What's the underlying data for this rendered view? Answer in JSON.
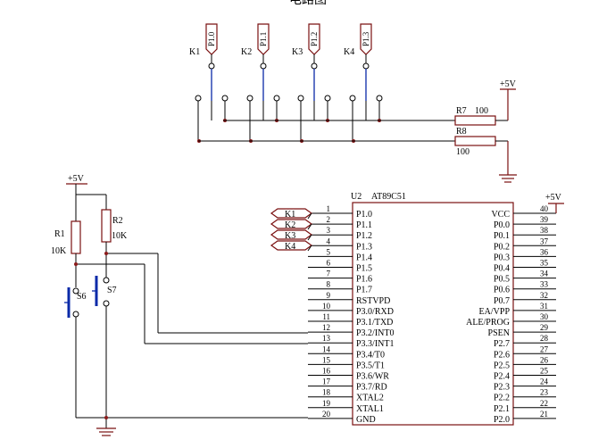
{
  "title_partial": "电路图",
  "supply_label": "+5V",
  "ground_symbol": "ground-icon",
  "keys": {
    "ports": [
      "P1.0",
      "P1.1",
      "P1.2",
      "P1.3"
    ],
    "switches": [
      "K1",
      "K2",
      "K3",
      "K4"
    ]
  },
  "resistors": {
    "r7": {
      "name": "R7",
      "value": "100"
    },
    "r8": {
      "name": "R8",
      "value": "100"
    },
    "r1": {
      "name": "R1",
      "value": "10K"
    },
    "r2": {
      "name": "R2",
      "value": "10K"
    }
  },
  "buttons": {
    "s6": "S6",
    "s7": "S7"
  },
  "chip": {
    "designator": "U2",
    "part": "AT89C51",
    "left_pins": [
      {
        "num": "1",
        "name": "P1.0"
      },
      {
        "num": "2",
        "name": "P1.1"
      },
      {
        "num": "3",
        "name": "P1.2"
      },
      {
        "num": "4",
        "name": "P1.3"
      },
      {
        "num": "5",
        "name": "P1.4"
      },
      {
        "num": "6",
        "name": "P1.5"
      },
      {
        "num": "7",
        "name": "P1.6"
      },
      {
        "num": "8",
        "name": "P1.7"
      },
      {
        "num": "9",
        "name": "RSTVPD"
      },
      {
        "num": "10",
        "name": "P3.0/RXD"
      },
      {
        "num": "11",
        "name": "P3.1/TXD"
      },
      {
        "num": "12",
        "name": "P3.2/INT0"
      },
      {
        "num": "13",
        "name": "P3.3/INT1"
      },
      {
        "num": "14",
        "name": "P3.4/T0"
      },
      {
        "num": "15",
        "name": "P3.5/T1"
      },
      {
        "num": "16",
        "name": "P3.6/WR"
      },
      {
        "num": "17",
        "name": "P3.7/RD"
      },
      {
        "num": "18",
        "name": "XTAL2"
      },
      {
        "num": "19",
        "name": "XTAL1"
      },
      {
        "num": "20",
        "name": "GND"
      }
    ],
    "right_pins": [
      {
        "num": "40",
        "name": "VCC"
      },
      {
        "num": "39",
        "name": "P0.0"
      },
      {
        "num": "38",
        "name": "P0.1"
      },
      {
        "num": "37",
        "name": "P0.2"
      },
      {
        "num": "36",
        "name": "P0.3"
      },
      {
        "num": "35",
        "name": "P0.4"
      },
      {
        "num": "34",
        "name": "P0.5"
      },
      {
        "num": "33",
        "name": "P0.6"
      },
      {
        "num": "32",
        "name": "P0.7"
      },
      {
        "num": "31",
        "name": "EA/VPP"
      },
      {
        "num": "30",
        "name": "ALE/PROG"
      },
      {
        "num": "29",
        "name": "PSEN"
      },
      {
        "num": "28",
        "name": "P2.7"
      },
      {
        "num": "27",
        "name": "P2.6"
      },
      {
        "num": "26",
        "name": "P2.5"
      },
      {
        "num": "25",
        "name": "P2.4"
      },
      {
        "num": "24",
        "name": "P2.3"
      },
      {
        "num": "23",
        "name": "P2.2"
      },
      {
        "num": "22",
        "name": "P2.1"
      },
      {
        "num": "21",
        "name": "P2.0"
      }
    ],
    "inputs": [
      "K1",
      "K2",
      "K3",
      "K4"
    ]
  },
  "colors": {
    "wire": "#000000",
    "component": "#7a1010",
    "switch": "#0a2aa8",
    "junction": "#8b1a1a"
  }
}
